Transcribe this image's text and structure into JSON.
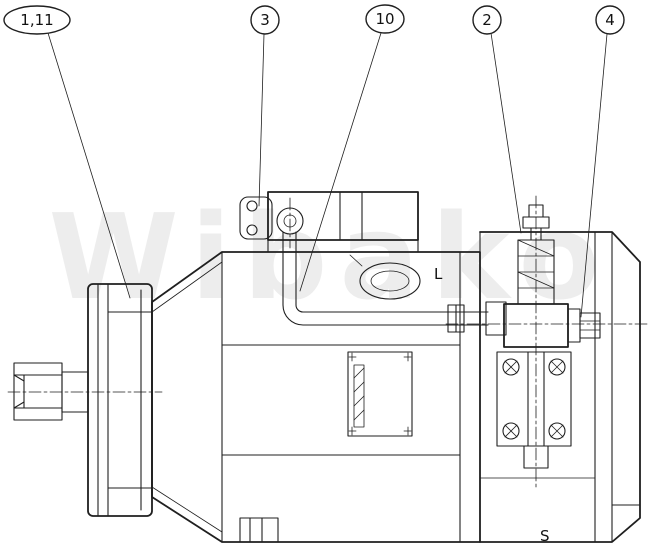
{
  "meta": {
    "background": "#ffffff",
    "line_color": "#1f1f1f",
    "watermark": {
      "text": "Wibako",
      "color": "#ededed"
    }
  },
  "callouts": [
    {
      "label": "1,11"
    },
    {
      "label": "3"
    },
    {
      "label": "10"
    },
    {
      "label": "2"
    },
    {
      "label": "4"
    }
  ],
  "port_labels": [
    {
      "label": "L"
    },
    {
      "label": "S"
    }
  ]
}
